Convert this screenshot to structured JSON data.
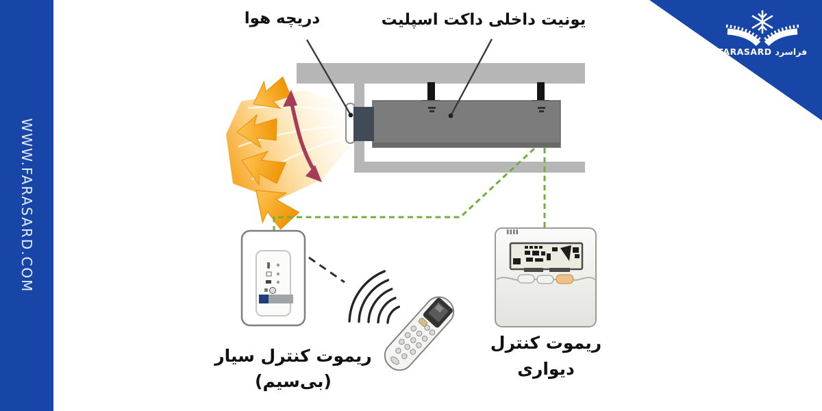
{
  "sidebar": {
    "url_text": "WWW.FARASARD.COM"
  },
  "logo": {
    "brand_text": "FARASARD فراسرد"
  },
  "labels": {
    "air_vent": "دریچه هوا",
    "indoor_unit": "یونیت داخلی داکت اسپلیت",
    "wireless_remote_line1": "ریموت کنترل سیار",
    "wireless_remote_line2": "(بی‌سیم)",
    "wall_remote_line1": "ریموت کنترل",
    "wall_remote_line2": "دیواری"
  },
  "colors": {
    "brand_blue": "#1745a8",
    "beam_gray": "#b6b6b6",
    "unit_gray": "#7c7c7c",
    "outlet_slate": "#404b55",
    "wire_green": "#6fb03c",
    "airflow_orange": "#f29a0d",
    "swing_red": "#a63c58"
  }
}
